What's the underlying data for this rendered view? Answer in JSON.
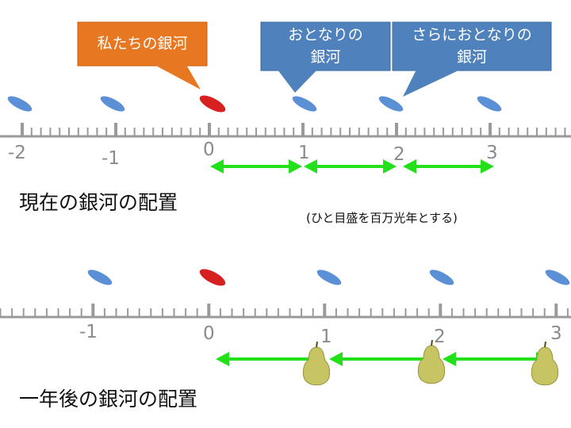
{
  "colors": {
    "axis": "#9a9a9a",
    "galaxy_blue": "#5b8fd6",
    "galaxy_red": "#d72020",
    "arrow_green": "#22e01a",
    "callout_orange": "#e87722",
    "callout_blue": "#4f81bd",
    "pear": "#c7c463"
  },
  "callouts": {
    "our_galaxy": "私たちの銀河",
    "neighbor_line1": "おとなりの",
    "neighbor_line2": "銀河",
    "next_neighbor_line1": "さらにおとなりの",
    "next_neighbor_line2": "銀河"
  },
  "top": {
    "heading": "現在の銀河の配置",
    "note": "(ひと目盛を百万光年とする)",
    "labels": [
      "-2",
      "-1",
      "0",
      "1",
      "2",
      "3"
    ]
  },
  "bottom": {
    "heading": "一年後の銀河の配置",
    "labels": [
      "-1",
      "0",
      "1",
      "2",
      "3"
    ]
  },
  "icons": {
    "galaxy": "galaxy-ellipse-icon",
    "pear": "pear-icon",
    "arrow": "double-arrow-icon"
  }
}
